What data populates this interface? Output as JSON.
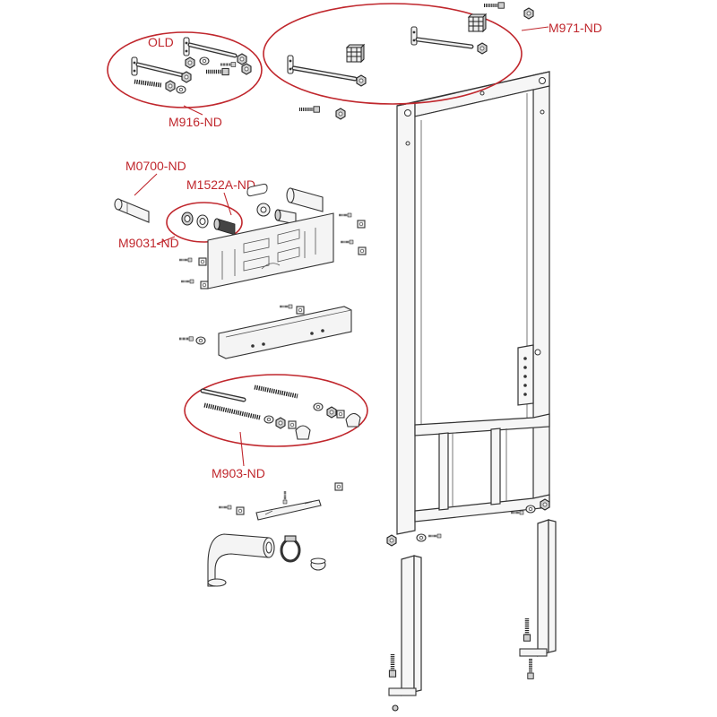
{
  "labels": {
    "old": "OLD",
    "m916": "M916-ND",
    "m971": "M971-ND",
    "m0700": "M0700-ND",
    "m1522a": "M1522A-ND",
    "m9031": "M9031-ND",
    "m903": "M903-ND"
  },
  "colors": {
    "annotation": "#c0272d",
    "line": "#333333",
    "fill": "#f4f4f4"
  }
}
